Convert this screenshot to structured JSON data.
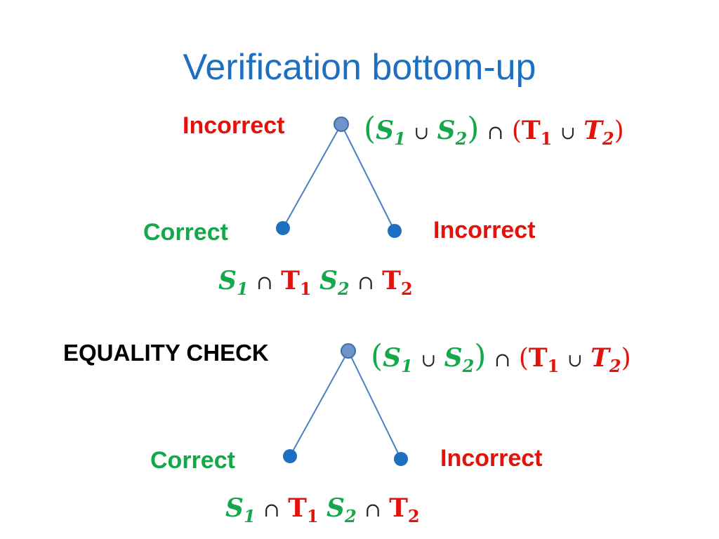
{
  "slide": {
    "title": "Verification bottom-up",
    "colors": {
      "title": "#1f6fc0",
      "incorrect": "#e3120b",
      "correct": "#15a84a",
      "node_fill": "#4f81bd",
      "node_root_fill": "#6f93c8",
      "edge": "#4a7fc1"
    },
    "diagram_top": {
      "root_label": "Incorrect",
      "left_label": "Correct",
      "right_label": "Incorrect",
      "root_expr": {
        "s1": "S",
        "s1_sub": "1",
        "union": "∪",
        "s2": "S",
        "s2_sub": "2",
        "cap": "∩",
        "t1": "T",
        "t1_sub": "1",
        "t2": "T",
        "t2_sub": "2"
      },
      "leaf_expr": {
        "s1": "S",
        "s1_sub": "1",
        "cap1": "∩",
        "t1": "T",
        "t1_sub": "1",
        "s2": "S",
        "s2_sub": "2",
        "cap2": "∩",
        "t2": "T",
        "t2_sub": "2"
      }
    },
    "diagram_bottom": {
      "root_label": "EQUALITY CHECK",
      "left_label": "Correct",
      "right_label": "Incorrect",
      "root_expr": {
        "s1": "S",
        "s1_sub": "1",
        "union": "∪",
        "s2": "S",
        "s2_sub": "2",
        "cap": "∩",
        "t1": "T",
        "t1_sub": "1",
        "t2": "T",
        "t2_sub": "2"
      },
      "leaf_expr": {
        "s1": "S",
        "s1_sub": "1",
        "cap1": "∩",
        "t1": "T",
        "t1_sub": "1",
        "s2": "S",
        "s2_sub": "2",
        "cap2": "∩",
        "t2": "T",
        "t2_sub": "2"
      }
    }
  }
}
